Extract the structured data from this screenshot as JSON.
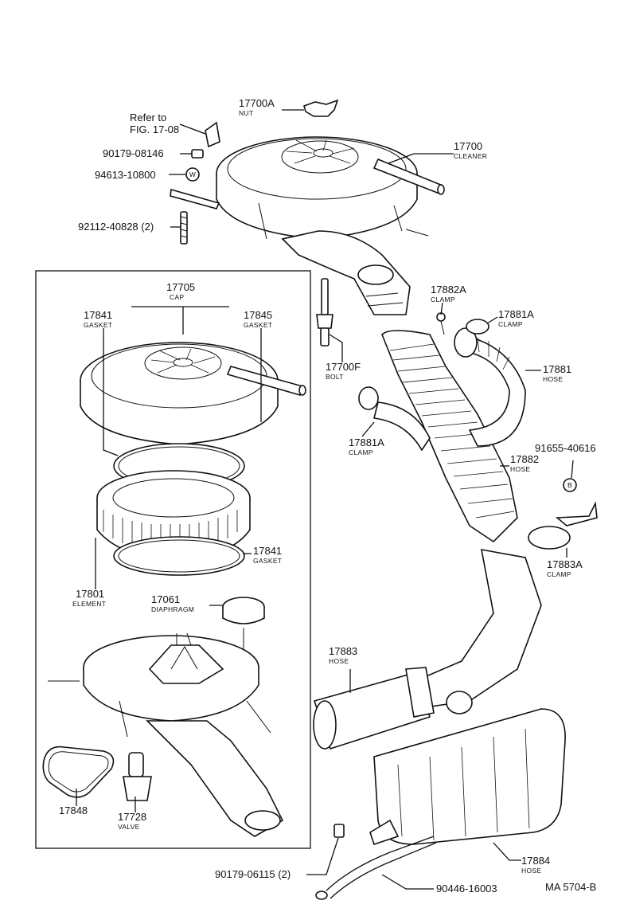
{
  "labels": {
    "nut": {
      "number": "17700A",
      "name": "NUT"
    },
    "refer": {
      "line1": "Refer to",
      "line2": "FIG. 17-08"
    },
    "p90179_08146": "90179-08146",
    "p94613_10800": "94613-10800",
    "p92112": "92112-40828 (2)",
    "cleaner": {
      "number": "17700",
      "name": "CLEANER"
    },
    "cap": {
      "number": "17705",
      "name": "CAP"
    },
    "gasket_left": {
      "number": "17841",
      "name": "GASKET"
    },
    "gasket_right": {
      "number": "17845",
      "name": "GASKET"
    },
    "gasket_lower": {
      "number": "17841",
      "name": "GASKET"
    },
    "element": {
      "number": "17801",
      "name": "ELEMENT"
    },
    "diaphragm": {
      "number": "17061",
      "name": "DIAPHRAGM"
    },
    "gasket_17848": "17848",
    "valve": {
      "number": "17728",
      "name": "VALVE"
    },
    "clamp_17882a": {
      "number": "17882A",
      "name": "CLAMP"
    },
    "clamp_17881a_top": {
      "number": "17881A",
      "name": "CLAMP"
    },
    "bolt": {
      "number": "17700F",
      "name": "BOLT"
    },
    "hose_17881": {
      "number": "17881",
      "name": "HOSE"
    },
    "clamp_17881a_low": {
      "number": "17881A",
      "name": "CLAMP"
    },
    "p91655": "91655-40616",
    "hose_17882": {
      "number": "17882",
      "name": "HOSE"
    },
    "clamp_17883a": {
      "number": "17883A",
      "name": "CLAMP"
    },
    "hose_17883": {
      "number": "17883",
      "name": "HOSE"
    },
    "hose_17884": {
      "number": "17884",
      "name": "HOSE"
    },
    "p90179_06115": "90179-06115 (2)",
    "p90446": "90446-16003",
    "ref_code": "MA 5704-B"
  },
  "symbols": {
    "w_mark": "W",
    "b_mark": "B"
  }
}
